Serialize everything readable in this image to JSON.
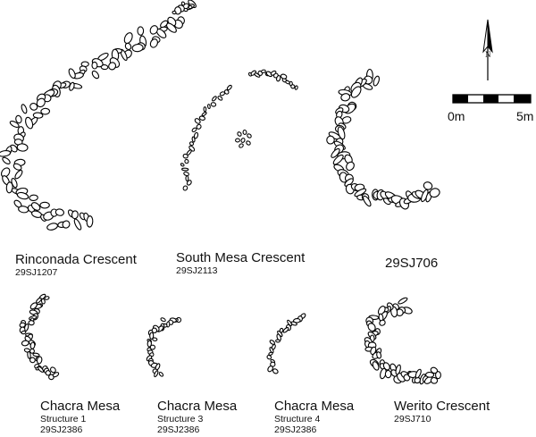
{
  "sites": [
    {
      "name": "Rinconada Crescent",
      "lines": [
        "29SJ1207"
      ]
    },
    {
      "name": "South Mesa Crescent",
      "lines": [
        "29SJ2113"
      ]
    },
    {
      "name": "29SJ706",
      "lines": []
    },
    {
      "name": "Chacra Mesa",
      "lines": [
        "Structure 1",
        "29SJ2386"
      ]
    },
    {
      "name": "Chacra Mesa",
      "lines": [
        "Structure 3",
        "29SJ2386"
      ]
    },
    {
      "name": "Chacra Mesa",
      "lines": [
        "Structure 4",
        "29SJ2386"
      ]
    },
    {
      "name": "Werito Crescent",
      "lines": [
        "29SJ710"
      ]
    }
  ],
  "north_arrow": {
    "letter": "N"
  },
  "scale_bar": {
    "start_label": "0m",
    "end_label": "5m"
  }
}
